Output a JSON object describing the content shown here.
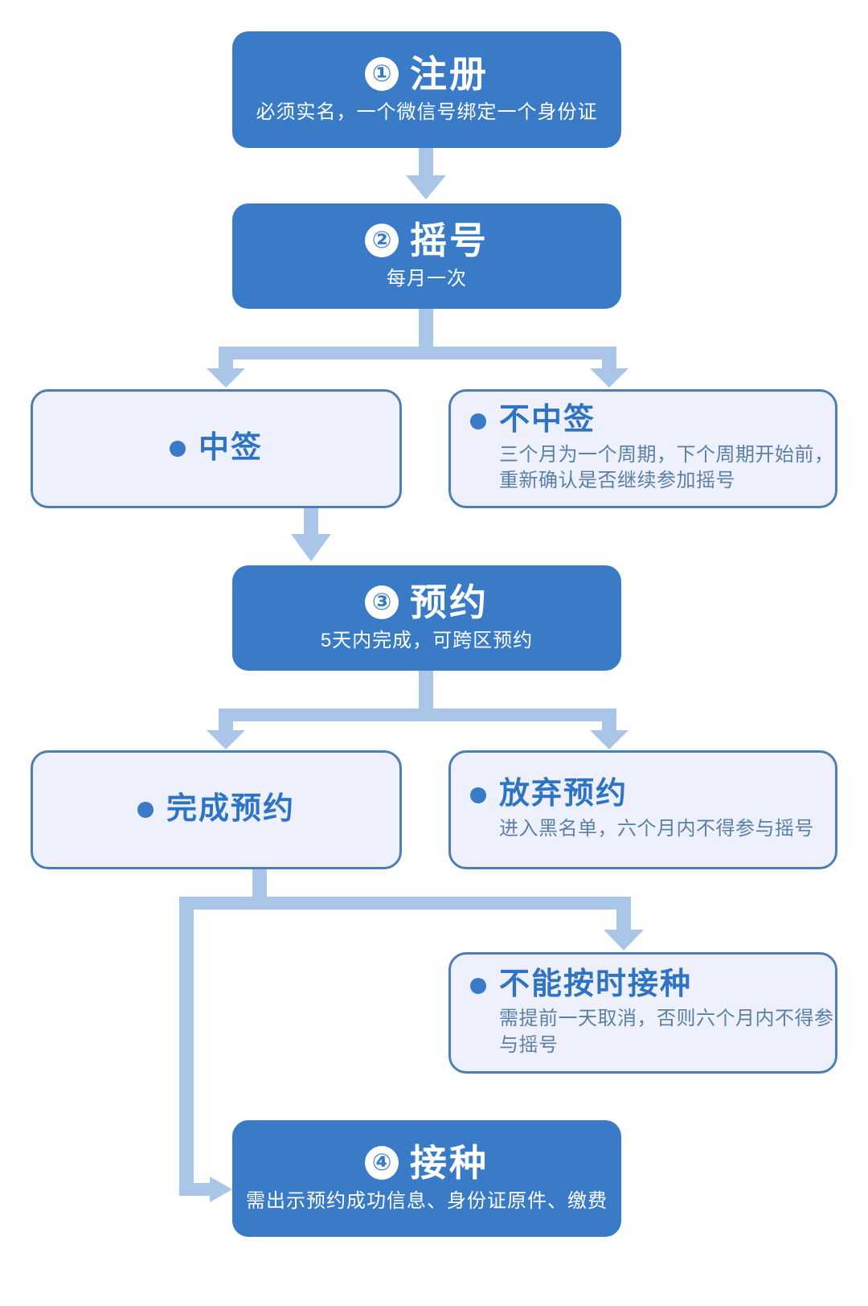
{
  "theme": {
    "primary_blue": "#3a7bc8",
    "light_box_fill": "#eef1fb",
    "light_box_border": "#4d7fb4",
    "connector_blue": "#a9c6e8",
    "title_blue": "#2f74c4",
    "body_blue": "#5a7fa8",
    "background": "#ffffff"
  },
  "chart_data": {
    "type": "diagram",
    "title": "疫苗预约接种流程",
    "nodes": [
      {
        "id": "register",
        "style": "primary",
        "step": "①",
        "title": "注册",
        "subtitle": "必须实名，一个微信号绑定一个身份证"
      },
      {
        "id": "lottery",
        "style": "primary",
        "step": "②",
        "title": "摇号",
        "subtitle": "每月一次"
      },
      {
        "id": "win",
        "style": "light",
        "bullet": true,
        "title": "中签",
        "subtitle": ""
      },
      {
        "id": "nowin",
        "style": "light",
        "bullet": true,
        "title": "不中签",
        "subtitle": "三个月为一个周期，下个周期开始前，重新确认是否继续参加摇号"
      },
      {
        "id": "appoint",
        "style": "primary",
        "step": "③",
        "title": "预约",
        "subtitle": "5天内完成，可跨区预约"
      },
      {
        "id": "done",
        "style": "light",
        "bullet": true,
        "title": "完成预约",
        "subtitle": ""
      },
      {
        "id": "giveup",
        "style": "light",
        "bullet": true,
        "title": "放弃预约",
        "subtitle": "进入黑名单，六个月内不得参与摇号"
      },
      {
        "id": "miss",
        "style": "light",
        "bullet": true,
        "title": "不能按时接种",
        "subtitle": "需提前一天取消，否则六个月内不得参与摇号"
      },
      {
        "id": "vaccinate",
        "style": "primary",
        "step": "④",
        "title": "接种",
        "subtitle": "需出示预约成功信息、身份证原件、缴费"
      }
    ],
    "edges": [
      {
        "from": "register",
        "to": "lottery",
        "kind": "straight-down"
      },
      {
        "from": "lottery",
        "to": "win",
        "kind": "branch-left"
      },
      {
        "from": "lottery",
        "to": "nowin",
        "kind": "branch-right"
      },
      {
        "from": "win",
        "to": "appoint",
        "kind": "straight-down"
      },
      {
        "from": "appoint",
        "to": "done",
        "kind": "branch-left"
      },
      {
        "from": "appoint",
        "to": "giveup",
        "kind": "branch-right"
      },
      {
        "from": "done",
        "to": "miss",
        "kind": "elbow-right"
      },
      {
        "from": "done",
        "to": "vaccinate",
        "kind": "elbow-left-down"
      }
    ]
  },
  "flow": {
    "register": {
      "step": "①",
      "title": "注册",
      "subtitle": "必须实名，一个微信号绑定一个身份证"
    },
    "lottery": {
      "step": "②",
      "title": "摇号",
      "subtitle": "每月一次"
    },
    "win": {
      "title": "中签"
    },
    "nowin": {
      "title": "不中签",
      "subtitle": "三个月为一个周期，下个周期开始前，重新确认是否继续参加摇号"
    },
    "appoint": {
      "step": "③",
      "title": "预约",
      "subtitle": "5天内完成，可跨区预约"
    },
    "done": {
      "title": "完成预约"
    },
    "giveup": {
      "title": "放弃预约",
      "subtitle": "进入黑名单，六个月内不得参与摇号"
    },
    "miss": {
      "title": "不能按时接种",
      "subtitle": "需提前一天取消，否则六个月内不得参与摇号"
    },
    "vaccinate": {
      "step": "④",
      "title": "接种",
      "subtitle": "需出示预约成功信息、身份证原件、缴费"
    }
  }
}
